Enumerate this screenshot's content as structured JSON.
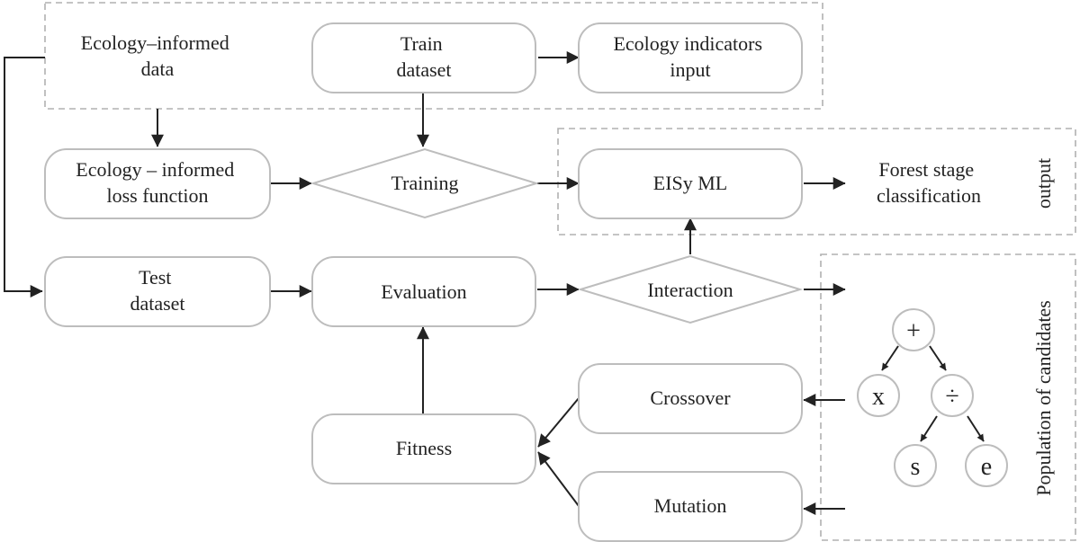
{
  "nodes": {
    "eco_data": [
      "Ecology–informed",
      "data"
    ],
    "train": [
      "Train",
      "dataset"
    ],
    "eco_input": [
      "Ecology indicators",
      "input"
    ],
    "loss": [
      "Ecology – informed",
      "loss function"
    ],
    "training": [
      "Training"
    ],
    "eisy": [
      "EISy ML"
    ],
    "forest": [
      "Forest stage",
      "classification"
    ],
    "output_label": "output",
    "test": [
      "Test",
      "dataset"
    ],
    "evaluation": [
      "Evaluation"
    ],
    "interaction": [
      "Interaction"
    ],
    "population_label": "Population of candidates",
    "crossover": [
      "Crossover"
    ],
    "fitness": [
      "Fitness"
    ],
    "mutation": [
      "Mutation"
    ]
  },
  "tree": {
    "root": "+",
    "left": "x",
    "right": "÷",
    "right_left": "s",
    "right_right": "e"
  }
}
